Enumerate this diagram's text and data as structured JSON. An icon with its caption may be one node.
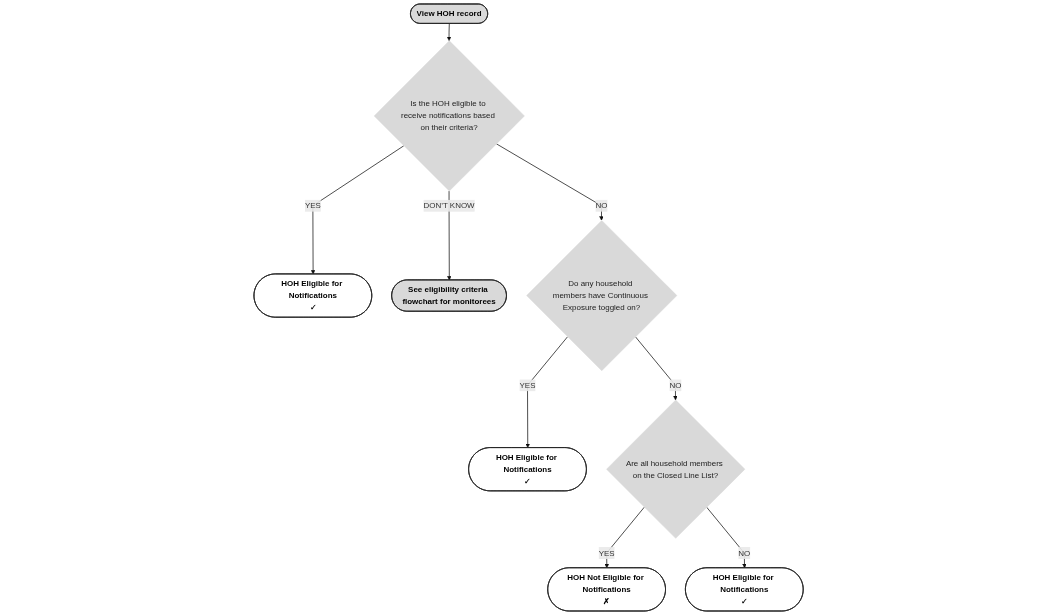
{
  "diagram": {
    "nodes": [
      {
        "text": [
          "View HOH record"
        ]
      },
      {
        "text": [
          "HOH Eligible for Notifications",
          "✓"
        ]
      },
      {
        "text": [
          "Is the HOH eligible to receive notifications based on their criteria?"
        ]
      },
      {
        "text": [
          "See eligibility criteria flowchart for monitorees"
        ]
      },
      {
        "text": [
          "HOH Eligible for Notifications",
          "✓"
        ]
      },
      {
        "text": [
          "Do any household members have Continuous Exposure toggled on?"
        ]
      },
      {
        "text": [
          "HOH Not Eligible for Notifications",
          "✗"
        ]
      },
      {
        "text": [
          "Are all household members on the Closed Line List?"
        ]
      },
      {
        "text": [
          "HOH Eligible for Notifications",
          "✓"
        ]
      }
    ],
    "edges": [
      {
        "from": 0,
        "to": 2,
        "arrow": "to"
      },
      {
        "from": 2,
        "to": 1,
        "label": "YES",
        "arrow": "to"
      },
      {
        "from": 2,
        "to": 3,
        "label": "DON’T KNOW",
        "arrow": "to"
      },
      {
        "from": 2,
        "to": 5,
        "label": "NO",
        "arrow": "to"
      },
      {
        "from": 5,
        "to": 4,
        "label": "YES",
        "arrow": "to"
      },
      {
        "from": 5,
        "to": 7,
        "label": "NO",
        "arrow": "to"
      },
      {
        "from": 7,
        "to": 6,
        "label": "YES",
        "arrow": "to"
      },
      {
        "from": 7,
        "to": 8,
        "label": "NO",
        "arrow": "to"
      }
    ]
  }
}
